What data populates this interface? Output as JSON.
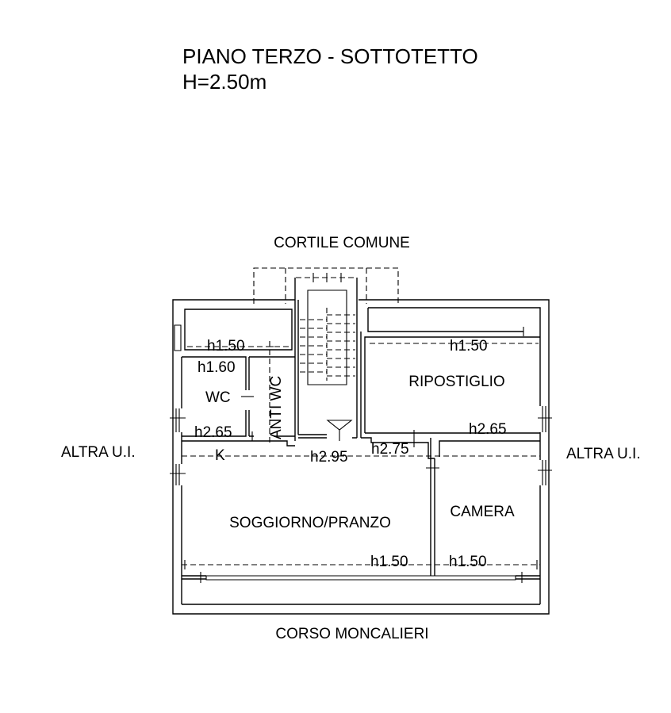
{
  "header": {
    "title": "PIANO TERZO - SOTTOTETTO",
    "height": "H=2.50m"
  },
  "surroundings": {
    "north": "CORTILE COMUNE",
    "south": "CORSO MONCALIERI",
    "west": "ALTRA U.I.",
    "east": "ALTRA U.I."
  },
  "rooms": {
    "wc": "WC",
    "anti_wc": "ANTI WC",
    "kitchen": "K",
    "ripostiglio": "RIPOSTIGLIO",
    "soggiorno": "SOGGIORNO/PRANZO",
    "camera": "CAMERA"
  },
  "heights": {
    "storage_left": "h1.50",
    "wc": "h1.60",
    "wc_low": "h2.65",
    "corridor": "h2.95",
    "landing": "h2.75",
    "storage_right": "h1.50",
    "ripostiglio_low": "h2.65",
    "soggiorno_wall": "h1.50",
    "camera_wall": "h1.50"
  }
}
